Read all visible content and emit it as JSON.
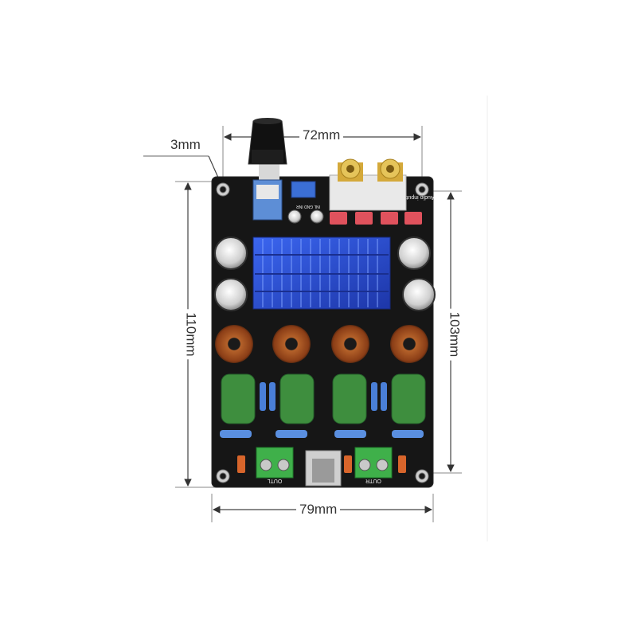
{
  "dimensions": {
    "top_width": "72mm",
    "hole_offset": "3mm",
    "left_height": "110mm",
    "right_height": "103mm",
    "bottom_width": "79mm"
  },
  "board": {
    "pcb_color": "#161616",
    "heatsink_color": "#2a4fd6",
    "capacitor_color": "#3e8e3e",
    "terminal_color": "#3fb04a",
    "silk_labels": {
      "output_left": "OUTL",
      "output_right": "OUTR",
      "audio_input": "Audio input",
      "pin_in": "INL GND INR"
    }
  }
}
